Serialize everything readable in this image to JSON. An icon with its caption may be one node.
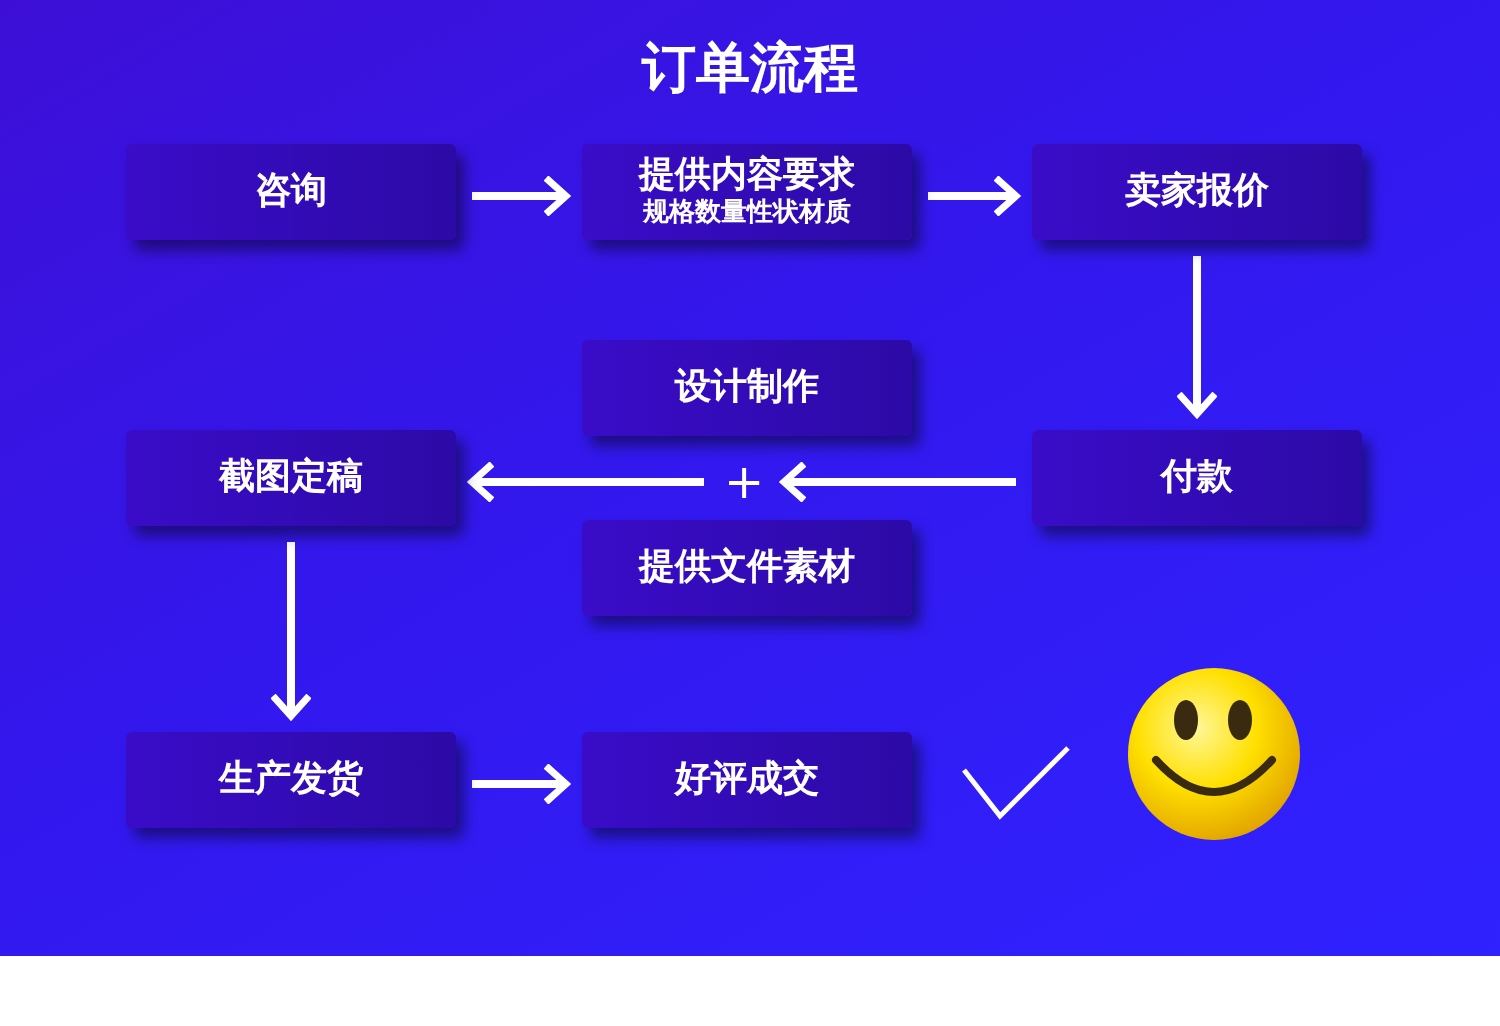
{
  "diagram": {
    "title": "订单流程",
    "nodes": [
      {
        "text": [
          "咨询"
        ]
      },
      {
        "text": [
          "提供内容要求",
          "规格数量性状材质"
        ]
      },
      {
        "text": [
          "卖家报价"
        ]
      },
      {
        "text": [
          "设计制作"
        ]
      },
      {
        "text": [
          "截图定稿"
        ]
      },
      {
        "text": [
          "+"
        ]
      },
      {
        "text": [
          "付款"
        ]
      },
      {
        "text": [
          "提供文件素材"
        ]
      },
      {
        "text": [
          "生产发货"
        ]
      },
      {
        "text": [
          "好评成交"
        ]
      }
    ],
    "edges": [
      {
        "from": 0,
        "to": 1,
        "arrow": "to"
      },
      {
        "from": 1,
        "to": 2,
        "arrow": "to"
      },
      {
        "from": 2,
        "to": 6,
        "arrow": "to"
      },
      {
        "from": 6,
        "to": 5,
        "arrow": "to"
      },
      {
        "from": 5,
        "to": 4,
        "arrow": "to"
      },
      {
        "from": 4,
        "to": 8,
        "arrow": "to"
      },
      {
        "from": 8,
        "to": 9,
        "arrow": "to"
      }
    ]
  }
}
